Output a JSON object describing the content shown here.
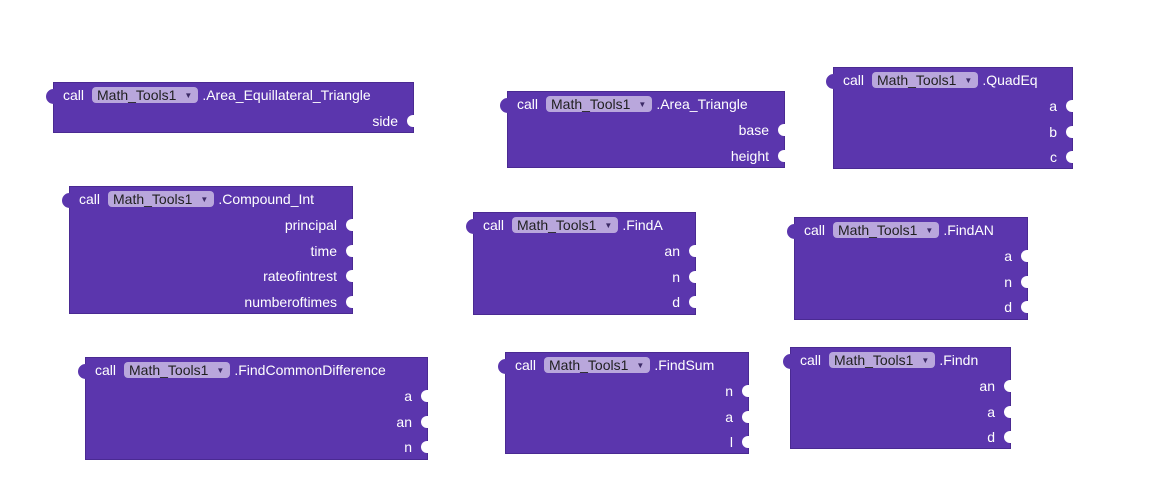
{
  "common": {
    "call_label": "call",
    "component": "Math_Tools1"
  },
  "blocks": [
    {
      "method": ".Area_Equillateral_Triangle",
      "args": [
        "side"
      ]
    },
    {
      "method": ".Area_Triangle",
      "args": [
        "base",
        "height"
      ]
    },
    {
      "method": ".QuadEq",
      "args": [
        "a",
        "b",
        "c"
      ]
    },
    {
      "method": ".Compound_Int",
      "args": [
        "principal",
        "time",
        "rateofintrest",
        "numberoftimes"
      ]
    },
    {
      "method": ".FindA",
      "args": [
        "an",
        "n",
        "d"
      ]
    },
    {
      "method": ".FindAN",
      "args": [
        "a",
        "n",
        "d"
      ]
    },
    {
      "method": ".FindCommonDifference",
      "args": [
        "a",
        "an",
        "n"
      ]
    },
    {
      "method": ".FindSum",
      "args": [
        "n",
        "a",
        "l"
      ]
    },
    {
      "method": ".Findn",
      "args": [
        "an",
        "a",
        "d"
      ]
    }
  ],
  "colors": {
    "block": "#5b36ad",
    "dropdown": "#b9a7dc",
    "background": "#ffffff"
  },
  "icons": {
    "notch": "previous-connector-notch-icon",
    "socket": "input-socket-icon",
    "caret": "dropdown-caret-icon"
  }
}
